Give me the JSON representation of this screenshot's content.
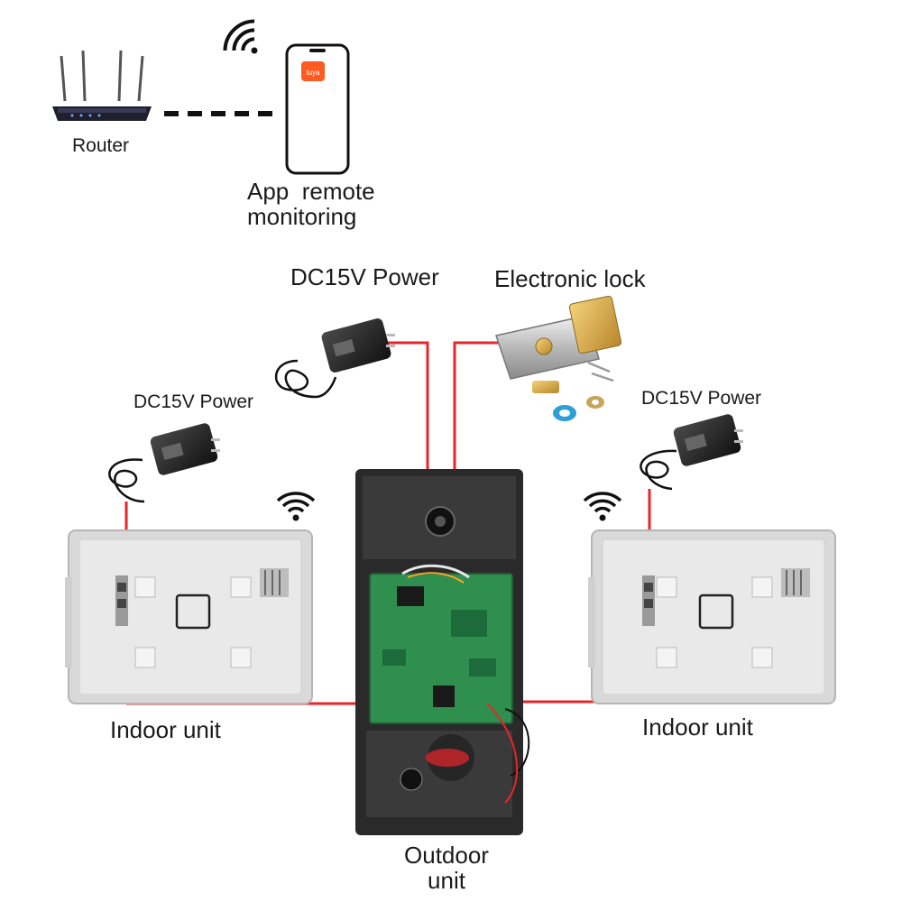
{
  "labels": {
    "router": "Router",
    "app_line1": "App  remote",
    "app_line2": "monitoring",
    "dc_power_top": "DC15V Power",
    "electronic_lock": "Electronic lock",
    "dc_power_left": "DC15V Power",
    "dc_power_right": "DC15V Power",
    "indoor_unit_left": "Indoor unit",
    "indoor_unit_right": "Indoor unit",
    "outdoor_line1": "Outdoor",
    "outdoor_line2": "unit"
  },
  "phone": {
    "app_badge": "tuya"
  },
  "colors": {
    "wire": "#e8252b",
    "pcb": "#2f8f4e",
    "panel_frame": "#d9d9d9",
    "panel_face": "#e9e9e9",
    "outdoor_case": "#2a2a2a",
    "app_badge": "#ff5a1f"
  },
  "icons": [
    "router-icon",
    "smartphone-icon",
    "wifi-icon",
    "power-adapter-icon",
    "electronic-lock-icon",
    "indoor-monitor-icon",
    "outdoor-unit-icon"
  ]
}
